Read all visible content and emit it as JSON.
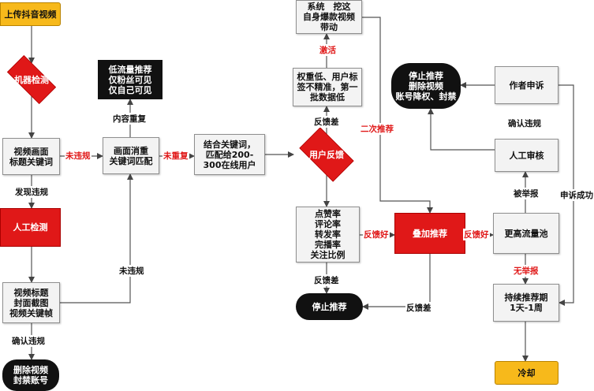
{
  "nodes": {
    "upload": "上传抖音视频",
    "machine_check": "机器检测",
    "video_frame": "视频画面\n标题关键词",
    "manual_check": "人工检测",
    "video_title": "视频标题\n封面截图\n视频关键帧",
    "delete_video": "删除视频\n封禁账号",
    "low_traffic": "低流量推荐\n仅粉丝可见\n仅自己可见",
    "frame_dedupe": "画面消重\n关键词匹配",
    "combine_keywords": "结合关键词，\n匹配给200-\n300在线用户",
    "user_feedback": "用户反馈",
    "low_weight": "权重低、用户标\n签不精准，第一\n批数据低",
    "system_boost": "系统　挖这\n自身爆款视频\n带动",
    "metrics": "点赞率\n评论率\n转发率\n完播率\n关注比例",
    "stop_recommend": "停止推荐",
    "stack_recommend": "叠加推荐",
    "stop_delete": "停止推荐\n删除视频\n账号降权、封禁",
    "author_appeal": "作者申诉",
    "human_review": "人工审核",
    "higher_pool": "更高流量池",
    "continuous": "持续推荐期\n1天-1周",
    "cooldown": "冷却"
  },
  "labels": {
    "no_violation_1": "未违规",
    "no_duplicate": "未重复",
    "found_violation": "发现违规",
    "confirm_violation_left": "确认违规",
    "not_violating": "未违规",
    "content_duplicate": "内容重复",
    "feedback_bad_top": "反馈差",
    "activate": "激活",
    "second_recommend": "二次推荐",
    "feedback_good_1": "反馈好",
    "feedback_good_2": "反馈好",
    "feedback_bad_bottom": "反馈差",
    "feedback_bad_right": "反馈差",
    "confirm_violation_right": "确认违规",
    "reported": "被举报",
    "appeal_success": "申诉成功",
    "not_reported": "无举报"
  },
  "colors": {
    "red": "#e01818",
    "yellow": "#f7b91b",
    "dark": "#111111"
  }
}
